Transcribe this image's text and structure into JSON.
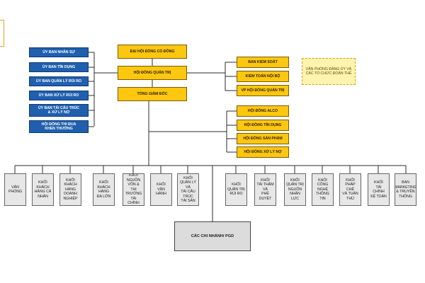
{
  "chart_data": {
    "type": "org_chart",
    "top_center": [
      {
        "id": "dhdcd",
        "label": "ĐẠI HỘI ĐỒNG CỔ ĐÔNG"
      },
      {
        "id": "hdqt",
        "label": "HỘI ĐỒNG QUẢN TRỊ"
      },
      {
        "id": "tgd",
        "label": "TỔNG GIÁM ĐỐC"
      }
    ],
    "left_committees": [
      {
        "label": "ỦY BAN NHÂN SỰ"
      },
      {
        "label": "ỦY BAN TÍN DỤNG"
      },
      {
        "label": "ỦY BAN QUẢN LÝ RỦI RO"
      },
      {
        "label": "ỦY BAN XỬ LÝ RỦI RO"
      },
      {
        "label": "ỦY BAN TÁI CẤU TRÚC\n& XỬ LÝ NỢ"
      },
      {
        "label": "HỘI ĐỒNG THI ĐUA\nKHEN THƯỞNG"
      }
    ],
    "right_upper": [
      {
        "label": "BAN KIỂM SOÁT"
      },
      {
        "label": "KIỂM TOÁN NỘI BỘ"
      },
      {
        "label": "VP HỘI ĐỒNG QUẢN TRỊ"
      }
    ],
    "right_councils": [
      {
        "label": "HỘI ĐỒNG ALCO"
      },
      {
        "label": "HỘI ĐỒNG TÍN DỤNG"
      },
      {
        "label": "HỘI ĐỒNG SẢN PHẨM"
      },
      {
        "label": "HỘI ĐỒNG XỬ LÝ NỢ"
      }
    ],
    "note": "VĂN PHÒNG ĐẢNG ỦY VÀ\nCÁC TỔ CHỨC ĐOÀN THỂ",
    "left_blocks": [
      {
        "label": "VĂN\nPHÒNG"
      },
      {
        "label": "KHỐI\nKHÁCH HÀNG CÁ\nNHÂN"
      },
      {
        "label": "KHỐI\nKHÁCH HÀNG\nDOANH NGHIỆP"
      },
      {
        "label": "KHỐI\nKHÁCH HÀNG\nĐA LỚN"
      },
      {
        "label": "KHỐI\nNGUỒN VỐN &\nTHỊ TRƯỜNG\nTÀI CHÍNH"
      },
      {
        "label": "KHỐI\nVẬN HÀNH"
      },
      {
        "label": "KHỐI\nQUẢN LÝ VÀ\nTÁI CẤU TRÚC\nTÀI SẢN"
      }
    ],
    "right_blocks": [
      {
        "label": "KHỐI\nQUẢN TRỊ\nRỦI RO"
      },
      {
        "label": "KHỐI\nTÁI THẨM VÀ\nPHÊ DUYỆT"
      },
      {
        "label": "KHỐI\nQUẢN TRỊ\nNGUỒN\nNHÂN LỰC"
      },
      {
        "label": "KHỐI\nCÔNG NGHỆ\nTHÔNG TIN"
      },
      {
        "label": "KHỐI\nPHÁP CHẾ\nVÀ TUÂN THỦ"
      },
      {
        "label": "KHỐI\nTÀI CHÍNH\nKẾ TOÁN"
      },
      {
        "label": "BAN\nMARKETING\n& TRUYỀN\nTHÔNG"
      }
    ],
    "bottom": {
      "label": "CÁC CHI NHÁNH/ PGD"
    }
  },
  "colors": {
    "line": "#2b2b2b",
    "yellow_box": "#fdc70f",
    "blue_box": "#1f5fae",
    "gray_box": "#e7e7e7",
    "frame_accent": "#e3a21a"
  }
}
